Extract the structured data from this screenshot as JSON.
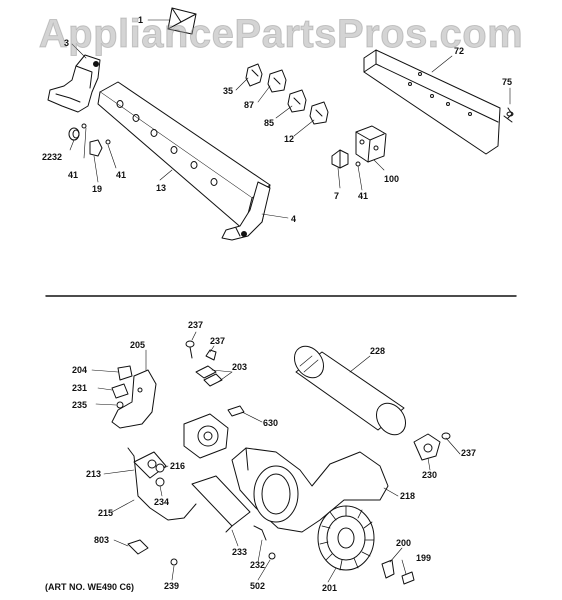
{
  "watermark": "AppliancePartsPros.com",
  "art_number": "(ART NO. WE490 C6)",
  "labels": {
    "l1": "1",
    "l3": "3",
    "l72": "72",
    "l75": "75",
    "l35": "35",
    "l87": "87",
    "l85": "85",
    "l12": "12",
    "l2232": "2232",
    "l41a": "41",
    "l19": "19",
    "l41b": "41",
    "l13": "13",
    "l4": "4",
    "l7": "7",
    "l41c": "41",
    "l100": "100",
    "l237a": "237",
    "l237b": "237",
    "l205": "205",
    "l203": "203",
    "l204": "204",
    "l228": "228",
    "l231": "231",
    "l235": "235",
    "l630": "630",
    "l237c": "237",
    "l213": "213",
    "l216": "216",
    "l230": "230",
    "l234": "234",
    "l215": "215",
    "l218": "218",
    "l803": "803",
    "l233": "233",
    "l200": "200",
    "l232": "232",
    "l199": "199",
    "l239": "239",
    "l502": "502",
    "l201": "201"
  }
}
